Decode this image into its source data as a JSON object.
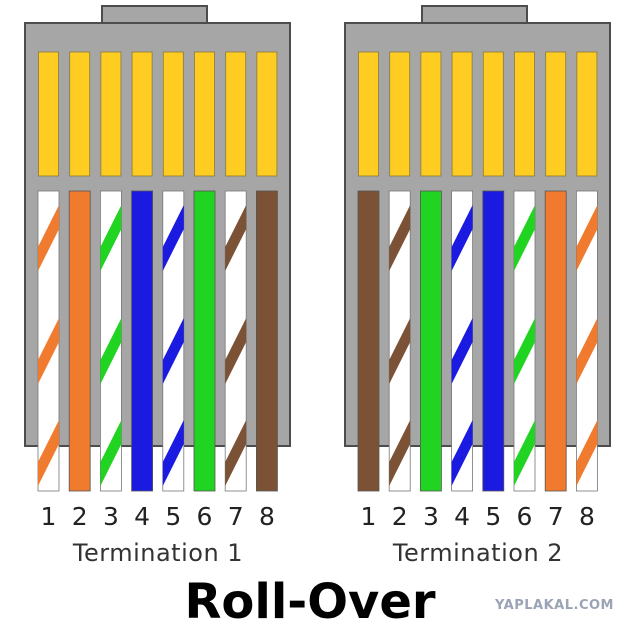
{
  "title": "Roll-Over",
  "watermark": "YAPLAKAL.COM",
  "colors": {
    "connector_body": "#a6a6a6",
    "connector_border": "#4d4d4d",
    "contact": "#ffcc22",
    "orange": "#f07a2e",
    "green": "#22d422",
    "blue": "#1a1ae0",
    "brown": "#7b5236",
    "white": "#ffffff"
  },
  "connectors": [
    {
      "label": "Termination 1",
      "pins": [
        {
          "number": "1",
          "color": "orange",
          "striped": true
        },
        {
          "number": "2",
          "color": "orange",
          "striped": false
        },
        {
          "number": "3",
          "color": "green",
          "striped": true
        },
        {
          "number": "4",
          "color": "blue",
          "striped": false
        },
        {
          "number": "5",
          "color": "blue",
          "striped": true
        },
        {
          "number": "6",
          "color": "green",
          "striped": false
        },
        {
          "number": "7",
          "color": "brown",
          "striped": true
        },
        {
          "number": "8",
          "color": "brown",
          "striped": false
        }
      ]
    },
    {
      "label": "Termination 2",
      "pins": [
        {
          "number": "1",
          "color": "brown",
          "striped": false
        },
        {
          "number": "2",
          "color": "brown",
          "striped": true
        },
        {
          "number": "3",
          "color": "green",
          "striped": false
        },
        {
          "number": "4",
          "color": "blue",
          "striped": true
        },
        {
          "number": "5",
          "color": "blue",
          "striped": false
        },
        {
          "number": "6",
          "color": "green",
          "striped": true
        },
        {
          "number": "7",
          "color": "orange",
          "striped": false
        },
        {
          "number": "8",
          "color": "orange",
          "striped": true
        }
      ]
    }
  ]
}
